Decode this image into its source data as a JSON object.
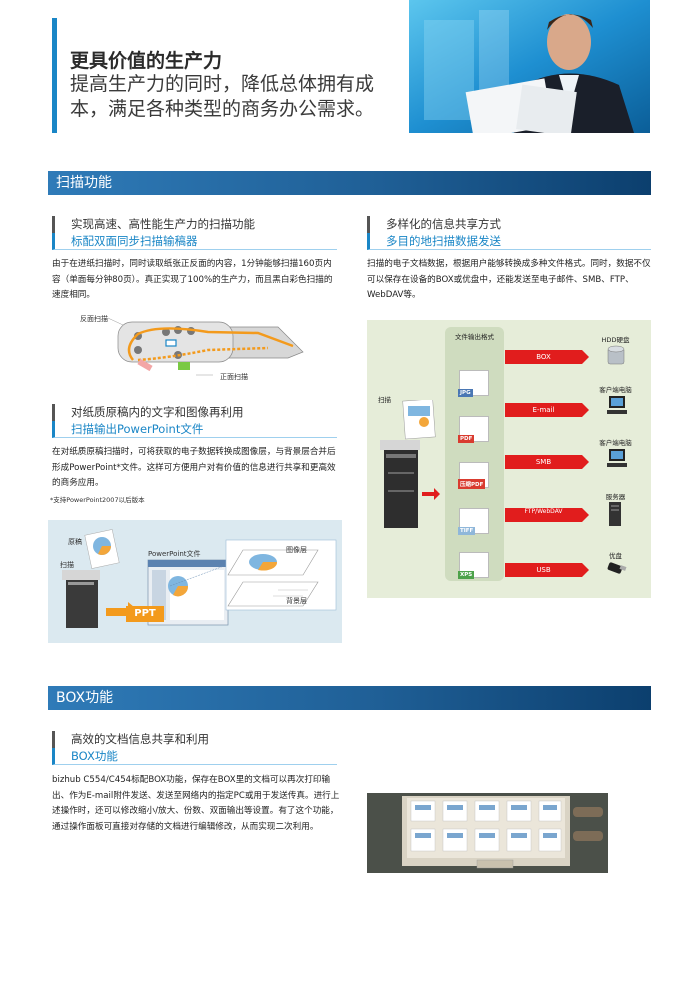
{
  "hero": {
    "title": "更具价值的生产力",
    "subtitle": "提高生产力的同时，降低总体拥有成本，满足各种类型的商务办公需求。"
  },
  "scan_section": {
    "title": "扫描功能",
    "left_top": {
      "heading": "实现高速、高性能生产力的扫描功能",
      "subheading": "标配双面同步扫描输稿器",
      "body": "由于在进纸扫描时，同时读取纸张正反面的内容，1分钟能够扫描160页内容（单面每分钟80页）。真正实现了100%的生产力，而且黑白彩色扫描的速度相同。",
      "label_back": "反面扫描",
      "label_front": "正面扫描"
    },
    "left_bottom": {
      "heading": "对纸质原稿内的文字和图像再利用",
      "subheading": "扫描输出PowerPoint文件",
      "body": "在对纸质原稿扫描时，可将获取的电子数据转换成图像层，与背景层合并后形成PowerPoint*文件。这样可方便用户对有价值的信息进行共享和更高效的商务应用。",
      "note": "*支持PowerPoint2007以后版本",
      "label_original": "原稿",
      "label_scan": "扫描",
      "label_ppt_file": "PowerPoint文件",
      "label_image_layer": "图像层",
      "label_bg_layer": "背景层",
      "ppt_badge": "PPT"
    },
    "right": {
      "heading": "多样化的信息共享方式",
      "subheading": "多目的地扫描数据发送",
      "body": "扫描的电子文档数据，根据用户能够转换成多种文件格式。同时，数据不仅可以保存在设备的BOX或优盘中，还能发送至电子邮件、SMB、FTP、WebDAV等。",
      "format_header": "文件输出格式",
      "scan_label": "扫描",
      "formats": [
        "JPG",
        "PDF",
        "压缩PDF",
        "TIFF",
        "XPS"
      ],
      "routes": [
        {
          "label": "BOX",
          "dest": "HDD硬盘"
        },
        {
          "label": "E-mail",
          "dest": "客户端电脑"
        },
        {
          "label": "SMB",
          "dest": "客户端电脑"
        },
        {
          "label": "FTP/WebDAV",
          "dest": "服务器"
        },
        {
          "label": "USB",
          "dest": "优盘"
        }
      ]
    }
  },
  "box_section": {
    "title": "BOX功能",
    "heading": "高效的文档信息共享和利用",
    "subheading": "BOX功能",
    "body": "bizhub C554/C454标配BOX功能，保存在BOX里的文档可以再次打印输出、作为E-mail附件发送、发送至网络内的指定PC或用于发送传真。进行上述操作时，还可以修改缩小/放大、份数、双面输出等设置。有了这个功能，通过操作面板可直接对存储的文档进行编辑修改，从而实现二次利用。"
  },
  "colors": {
    "accent": "#1a86c6",
    "section_bar": "#1f5f96",
    "red_arrow": "#e11d1d",
    "panel_green": "#e6edd9",
    "panel_blue": "#dbe9f0"
  }
}
